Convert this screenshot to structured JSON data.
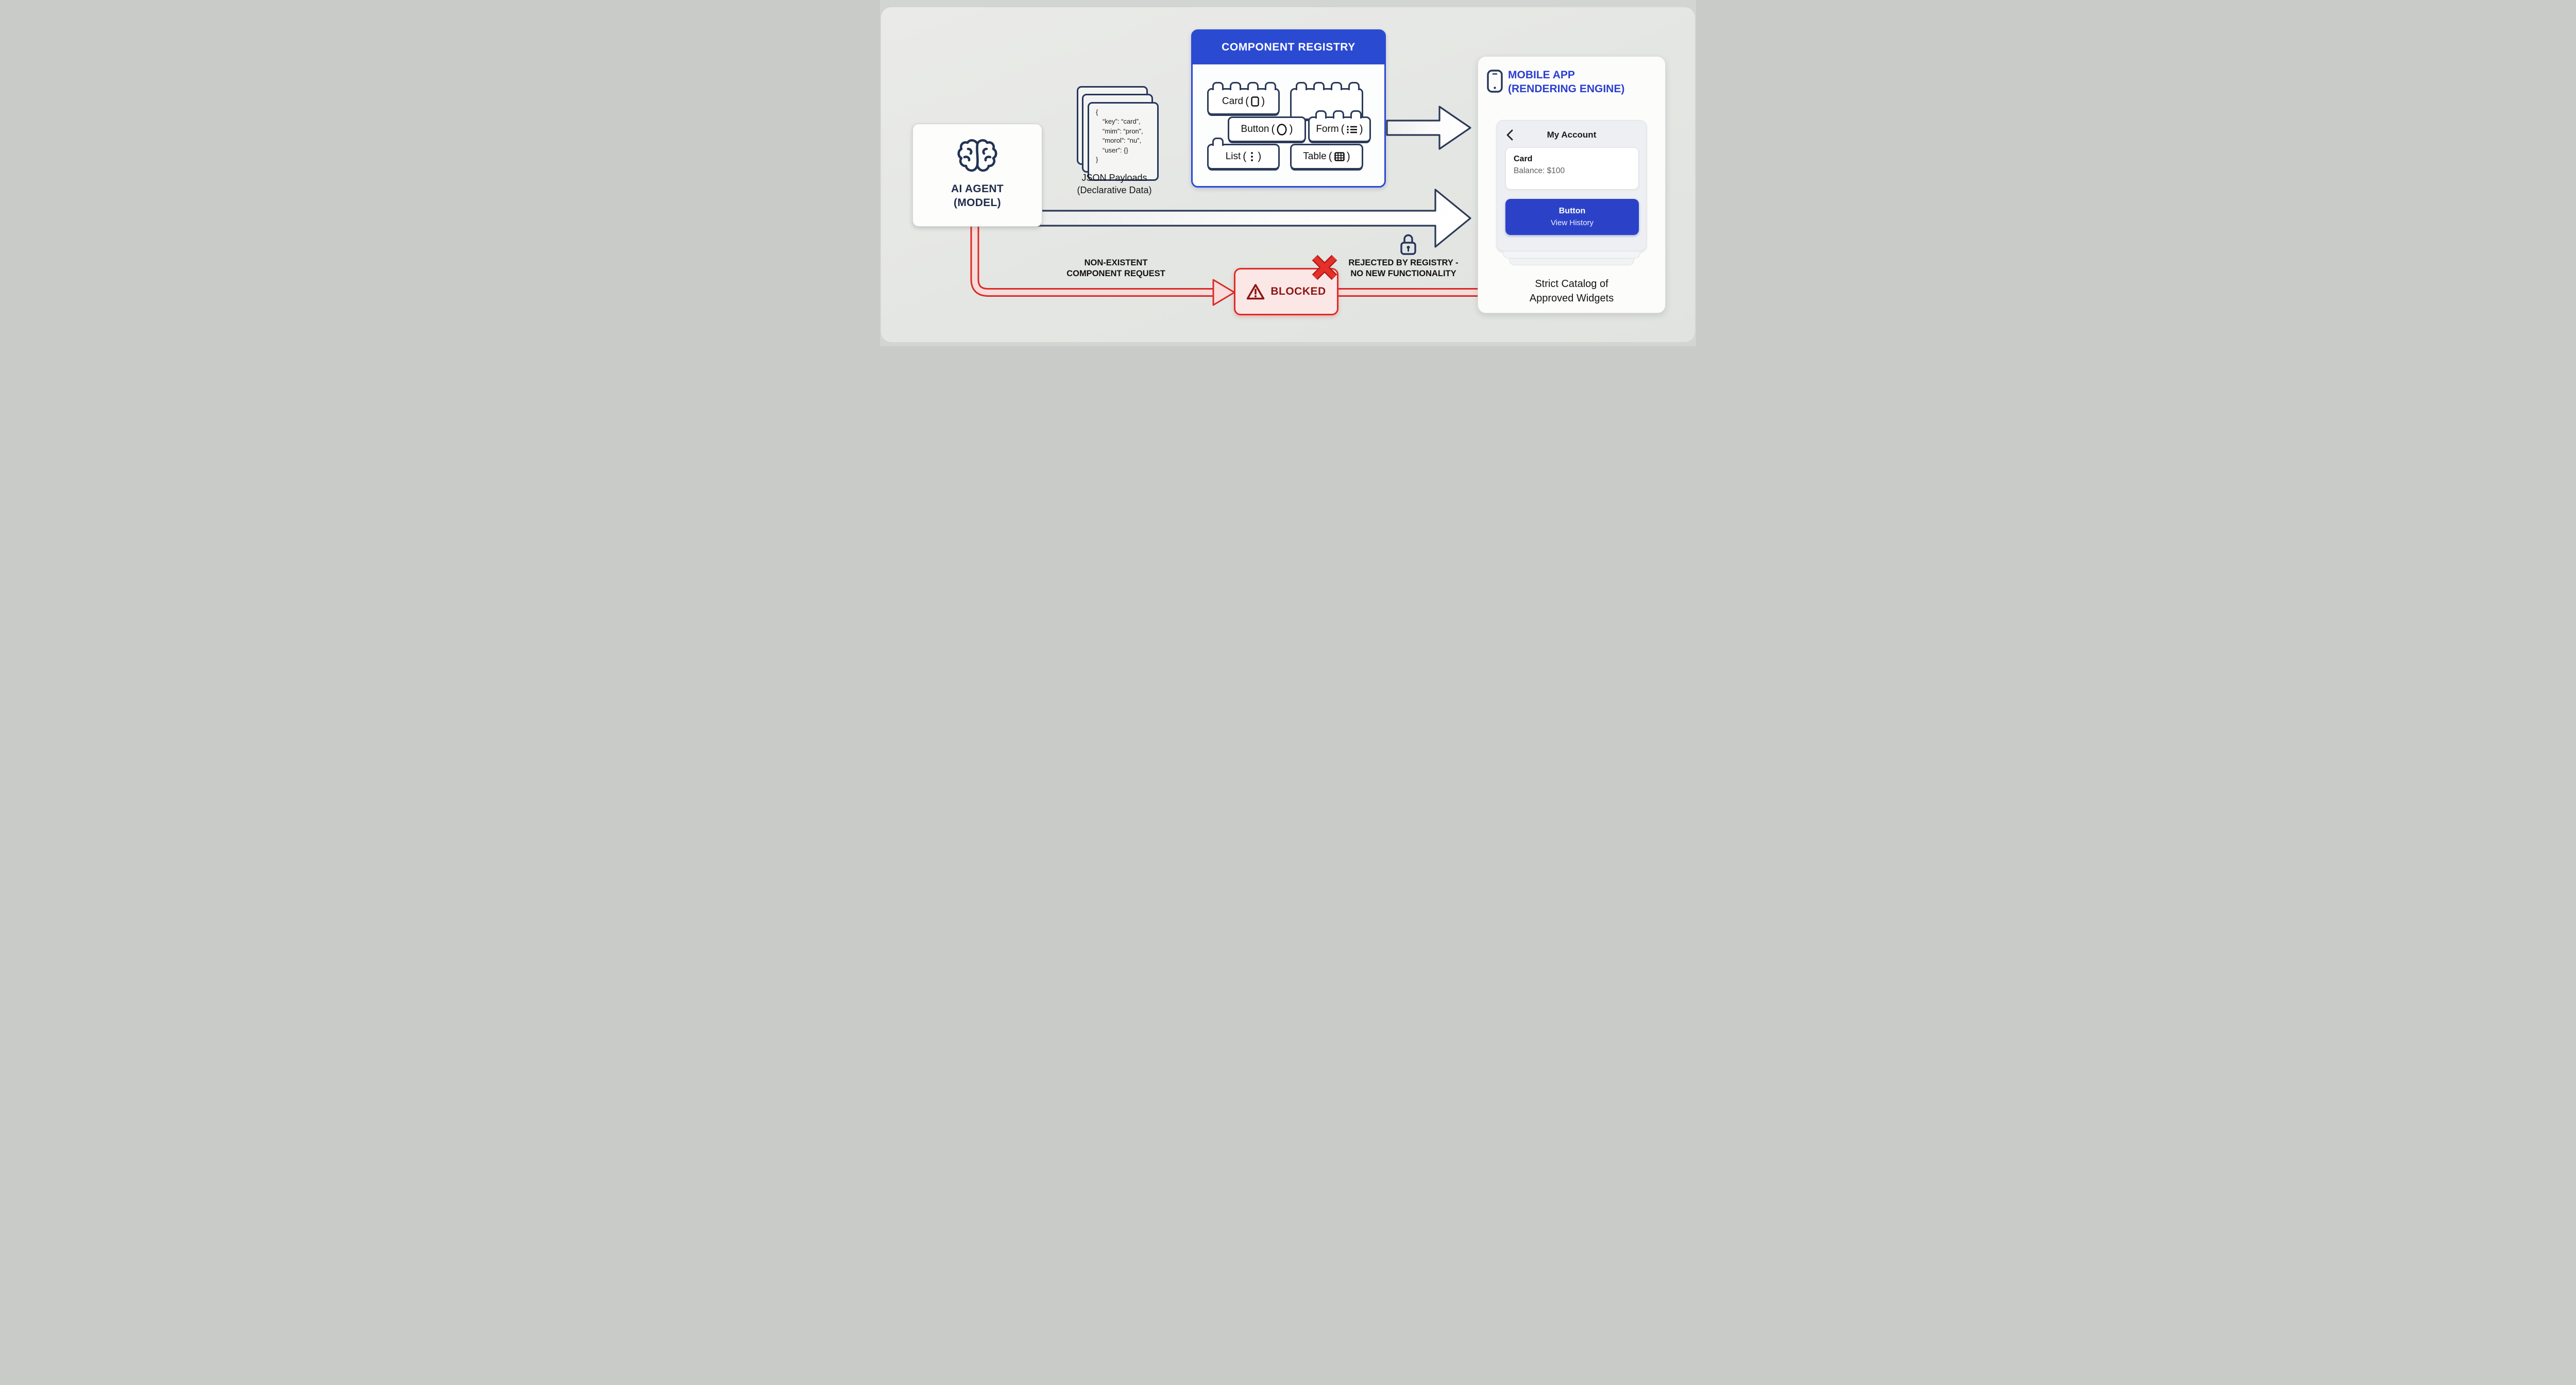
{
  "colors": {
    "registry_blue": "#2b4ad2",
    "mobile_title_blue": "#2b3fd0",
    "button_blue": "#2b42c8",
    "outline_navy": "#2b3a59",
    "alert_red": "#df2b28",
    "blocked_maroon": "#8e1512",
    "tube_pink": "#f8dcdb",
    "canvas_gray": "#e4e6e3"
  },
  "ai_agent": {
    "icon": "brain-icon",
    "label_line1": "AI AGENT",
    "label_line2": "(MODEL)"
  },
  "json_payloads": {
    "code_lines": [
      "{",
      "“key”: “card”,",
      "“mim”: “pron”,",
      "“morol”: “nu”,",
      "“user”: {}",
      "}"
    ],
    "caption_line1": "JSON Payloads",
    "caption_line2": "(Declarative Data)"
  },
  "registry": {
    "title": "COMPONENT REGISTRY",
    "paren_open": "(",
    "paren_close": ")",
    "bricks": [
      {
        "label": "Card",
        "icon": "card-shape-icon"
      },
      {
        "label": "",
        "icon": "blank-brick"
      },
      {
        "label": "Button",
        "icon": "circle-shape-icon"
      },
      {
        "label": "Form",
        "icon": "list-lines-icon"
      },
      {
        "label": "List",
        "icon": "vertical-dots-icon"
      },
      {
        "label": "Table",
        "icon": "grid-icon"
      }
    ]
  },
  "flow": {
    "request_label_line1": "NON-EXISTENT",
    "request_label_line2": "COMPONENT REQUEST",
    "blocked_label": "BLOCKED",
    "blocked_icon": "warning-triangle-icon",
    "rejected_icon": "lock-icon",
    "rejected_label_line1": "REJECTED BY REGISTRY -",
    "rejected_label_line2": "NO NEW FUNCTIONALITY"
  },
  "mobile": {
    "icon": "smartphone-icon",
    "title_line1": "MOBILE APP",
    "title_line2": "(RENDERING ENGINE)",
    "screen": {
      "back_icon": "back-chevron-icon",
      "header": "My Account",
      "card_title": "Card",
      "card_subtitle": "Balance: $100",
      "button_line1": "Button",
      "button_line2": "View History"
    },
    "caption_line1": "Strict Catalog of",
    "caption_line2": "Approved Widgets"
  }
}
